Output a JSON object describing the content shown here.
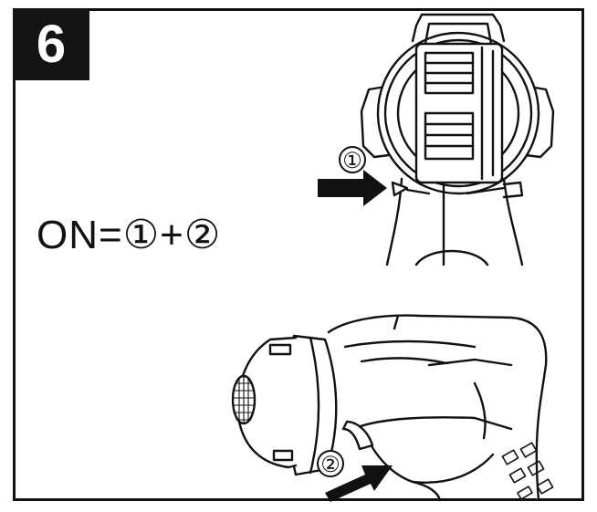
{
  "step": {
    "number": "6"
  },
  "formula": {
    "text": "ON=①+②"
  },
  "callouts": {
    "first": "①",
    "second": "②"
  },
  "colors": {
    "ink": "#111111",
    "paper": "#ffffff",
    "badge": "#141414"
  }
}
